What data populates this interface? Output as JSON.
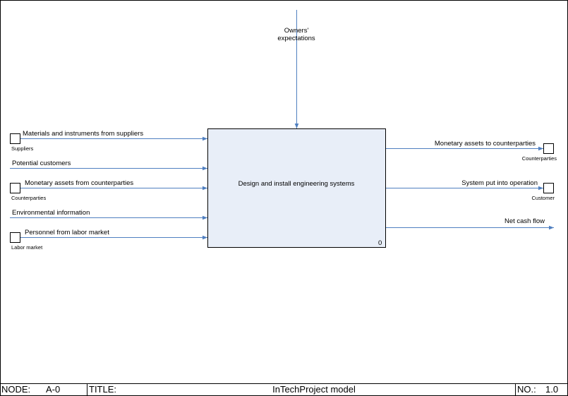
{
  "diagram": {
    "activity": {
      "title": "Design and install engineering systems",
      "number": "0"
    },
    "control": {
      "label": "Owners' expectations",
      "label_lines": [
        "Owners'",
        "expectations"
      ]
    },
    "inputs": [
      {
        "label": "Materials and instruments from suppliers",
        "tunnel": "Suppliers"
      },
      {
        "label": "Potential customers",
        "tunnel": ""
      },
      {
        "label": "Monetary assets from counterparties",
        "tunnel": "Counterparties"
      },
      {
        "label": "Environmental information",
        "tunnel": ""
      },
      {
        "label": "Personnel from labor market",
        "tunnel": "Labor market"
      }
    ],
    "outputs": [
      {
        "label": "Monetary assets to counterparties",
        "tunnel": "Counterparties"
      },
      {
        "label": "System put into operation",
        "tunnel": "Customer"
      },
      {
        "label": "Net cash flow",
        "tunnel": ""
      }
    ],
    "arrow_color": "#4f7fc0",
    "box_fill": "#e8eef8"
  },
  "footer": {
    "node_label": "NODE:",
    "node_value": "A-0",
    "title_label": "TITLE:",
    "title_value": "InTechProject model",
    "number_label": "NO.:",
    "number_value": "1.0"
  }
}
